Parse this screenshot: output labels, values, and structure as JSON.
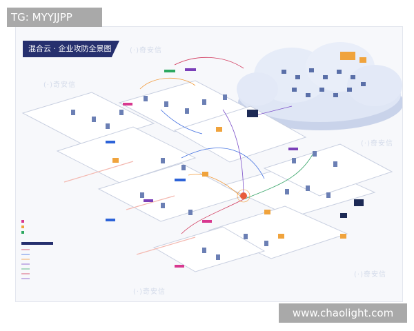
{
  "overlay": {
    "tg_label": "TG: MYYJJPP",
    "site_label": "www.chaolight.com"
  },
  "poster": {
    "title": "混合云 · 企业攻防全景图",
    "watermark": "(·)奇安信",
    "colors": {
      "banner": "#26306e",
      "floor": "#ffffff",
      "floor_border": "#c8cfe0",
      "cloud": "#dfe6f5",
      "cloud_dark": "#a9b6d6",
      "link_red": "#d1365a",
      "link_blue": "#3f6ee0",
      "link_orange": "#f29a3a",
      "link_purple": "#7b4fc9",
      "link_green": "#3aa66b",
      "tag_blue": "#2d63d8",
      "tag_purple": "#7a3fb8",
      "tag_pink": "#d8388f",
      "tag_green": "#2da860"
    }
  }
}
